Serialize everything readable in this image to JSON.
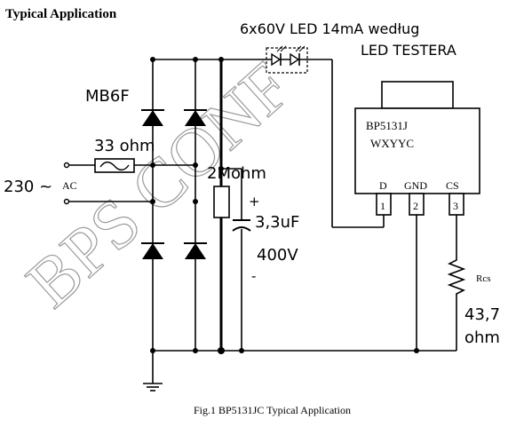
{
  "header": {
    "title": "Typical Application"
  },
  "led_label": {
    "line1": "6x60V LED 14mA według",
    "line2": "LED TESTERA"
  },
  "bridge_label": "MB6F",
  "resistor_label": "33 ohm",
  "input": {
    "voltage": "230 ~",
    "ac": "AC"
  },
  "bleeder_label": "2Mohm",
  "capacitor": {
    "plus": "+",
    "value": "3,3uF",
    "voltage": "400V",
    "minus": "-"
  },
  "ic": {
    "part_number": "BP5131J",
    "marking": "WXYYC",
    "pins": [
      {
        "name": "D",
        "number": "1"
      },
      {
        "name": "GND",
        "number": "2"
      },
      {
        "name": "CS",
        "number": "3"
      }
    ]
  },
  "rcs": {
    "label": "Rcs",
    "value_line1": "43,7",
    "value_line2": "ohm"
  },
  "watermark": "BPS CONF",
  "caption": "Fig.1 BP5131JC Typical Application",
  "colors": {
    "ink": "#000000",
    "watermark": "#9a9a9a",
    "background": "#ffffff"
  }
}
